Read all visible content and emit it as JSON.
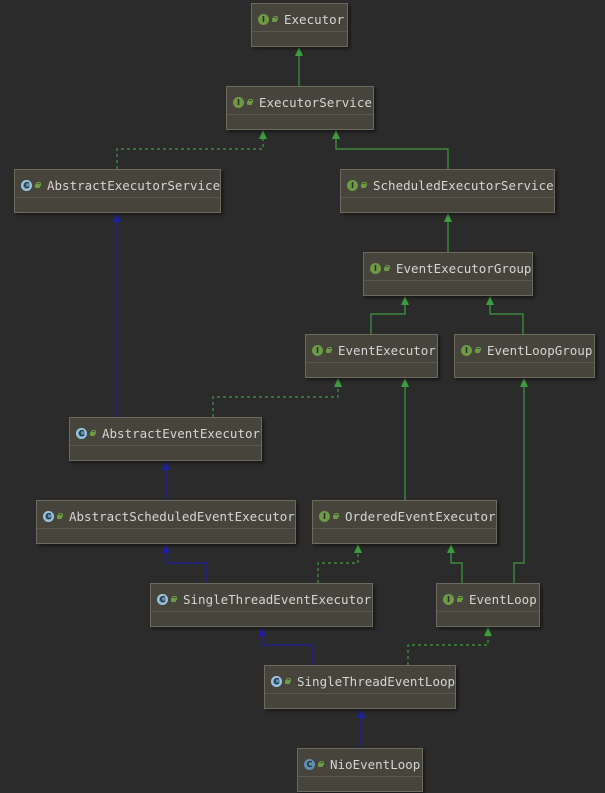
{
  "diagram": {
    "nodes": [
      {
        "id": "executor",
        "label": "Executor",
        "kind": "interface",
        "icon": "interface-icon"
      },
      {
        "id": "executor-service",
        "label": "ExecutorService",
        "kind": "interface",
        "icon": "interface-icon"
      },
      {
        "id": "abstract-executor-service",
        "label": "AbstractExecutorService",
        "kind": "abstract",
        "icon": "abstract-class-icon"
      },
      {
        "id": "scheduled-executor-service",
        "label": "ScheduledExecutorService",
        "kind": "interface",
        "icon": "interface-icon"
      },
      {
        "id": "event-executor-group",
        "label": "EventExecutorGroup",
        "kind": "interface",
        "icon": "interface-icon"
      },
      {
        "id": "event-executor",
        "label": "EventExecutor",
        "kind": "interface",
        "icon": "interface-icon"
      },
      {
        "id": "event-loop-group",
        "label": "EventLoopGroup",
        "kind": "interface",
        "icon": "interface-icon"
      },
      {
        "id": "abstract-event-executor",
        "label": "AbstractEventExecutor",
        "kind": "abstract",
        "icon": "abstract-class-icon"
      },
      {
        "id": "abstract-scheduled-event-executor",
        "label": "AbstractScheduledEventExecutor",
        "kind": "abstract",
        "icon": "abstract-class-icon"
      },
      {
        "id": "ordered-event-executor",
        "label": "OrderedEventExecutor",
        "kind": "interface",
        "icon": "interface-icon"
      },
      {
        "id": "single-thread-event-executor",
        "label": "SingleThreadEventExecutor",
        "kind": "abstract",
        "icon": "abstract-class-icon"
      },
      {
        "id": "event-loop",
        "label": "EventLoop",
        "kind": "interface",
        "icon": "interface-icon"
      },
      {
        "id": "single-thread-event-loop",
        "label": "SingleThreadEventLoop",
        "kind": "abstract",
        "icon": "abstract-class-icon"
      },
      {
        "id": "nio-event-loop",
        "label": "NioEventLoop",
        "kind": "class",
        "icon": "class-icon"
      }
    ],
    "edges": [
      {
        "from": "executor-service",
        "to": "executor",
        "relation": "extends"
      },
      {
        "from": "abstract-executor-service",
        "to": "executor-service",
        "relation": "implements"
      },
      {
        "from": "scheduled-executor-service",
        "to": "executor-service",
        "relation": "extends"
      },
      {
        "from": "event-executor-group",
        "to": "scheduled-executor-service",
        "relation": "extends"
      },
      {
        "from": "event-executor",
        "to": "event-executor-group",
        "relation": "extends"
      },
      {
        "from": "event-loop-group",
        "to": "event-executor-group",
        "relation": "extends"
      },
      {
        "from": "abstract-event-executor",
        "to": "abstract-executor-service",
        "relation": "extends"
      },
      {
        "from": "abstract-event-executor",
        "to": "event-executor",
        "relation": "implements"
      },
      {
        "from": "abstract-scheduled-event-executor",
        "to": "abstract-event-executor",
        "relation": "extends"
      },
      {
        "from": "ordered-event-executor",
        "to": "event-executor",
        "relation": "extends"
      },
      {
        "from": "single-thread-event-executor",
        "to": "abstract-scheduled-event-executor",
        "relation": "extends"
      },
      {
        "from": "single-thread-event-executor",
        "to": "ordered-event-executor",
        "relation": "implements"
      },
      {
        "from": "event-loop",
        "to": "ordered-event-executor",
        "relation": "extends"
      },
      {
        "from": "event-loop",
        "to": "event-loop-group",
        "relation": "extends"
      },
      {
        "from": "single-thread-event-loop",
        "to": "single-thread-event-executor",
        "relation": "extends"
      },
      {
        "from": "single-thread-event-loop",
        "to": "event-loop",
        "relation": "implements"
      },
      {
        "from": "nio-event-loop",
        "to": "single-thread-event-loop",
        "relation": "extends"
      }
    ]
  },
  "colors": {
    "background": "#2b2b2b",
    "node_fill": "#46443b",
    "node_border": "#6d6a5e",
    "interface_edge": "#3f9b3f",
    "class_edge": "#1e1ea0",
    "interface_icon": "#6c9b45",
    "class_icon": "#5e8fb3"
  }
}
